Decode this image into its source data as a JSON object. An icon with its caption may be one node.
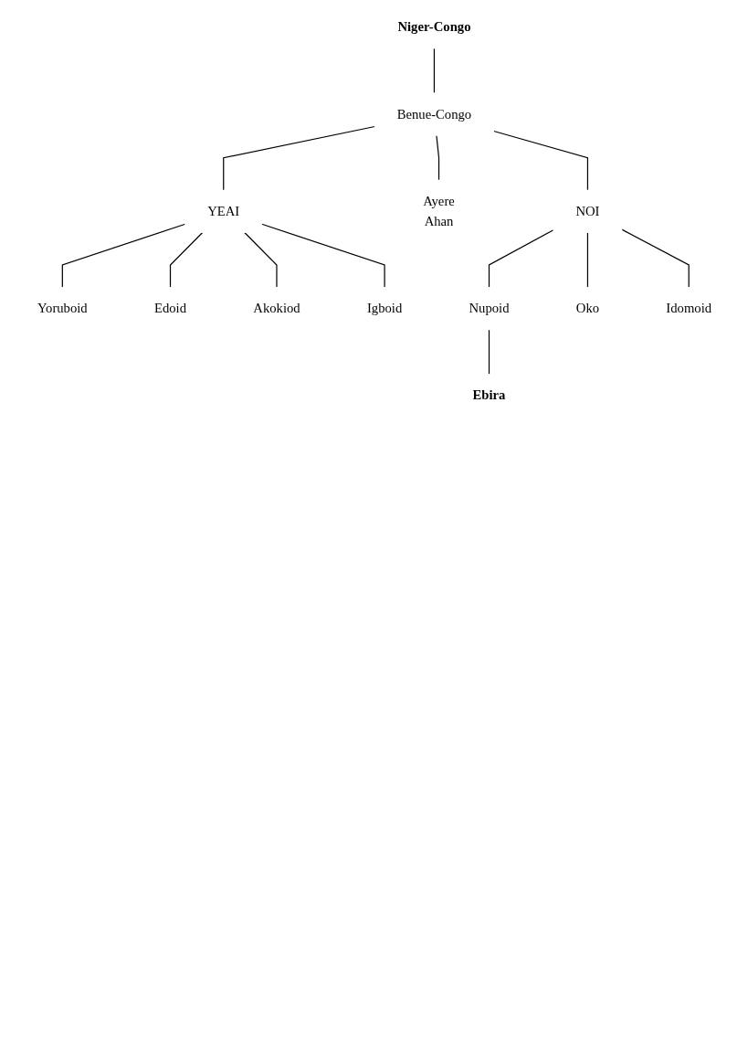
{
  "diagram": {
    "nodes": [
      {
        "text": [
          "Niger-Congo"
        ]
      },
      {
        "text": [
          "Benue-Congo"
        ]
      },
      {
        "text": [
          "YEAI"
        ]
      },
      {
        "text": [
          "Ayere",
          "Ahan"
        ]
      },
      {
        "text": [
          "NOI"
        ]
      },
      {
        "text": [
          "Yoruboid"
        ]
      },
      {
        "text": [
          "Edoid"
        ]
      },
      {
        "text": [
          "Akokiod"
        ]
      },
      {
        "text": [
          "Igboid"
        ]
      },
      {
        "text": [
          "Nupoid"
        ]
      },
      {
        "text": [
          "Oko"
        ]
      },
      {
        "text": [
          "Idomoid"
        ]
      },
      {
        "text": [
          "Ebira"
        ]
      }
    ],
    "edges": [
      {
        "from": 0,
        "to": 1,
        "arrow": "none"
      },
      {
        "from": 1,
        "to": 2,
        "arrow": "none"
      },
      {
        "from": 1,
        "to": 3,
        "arrow": "none"
      },
      {
        "from": 1,
        "to": 4,
        "arrow": "none"
      },
      {
        "from": 2,
        "to": 5,
        "arrow": "none"
      },
      {
        "from": 2,
        "to": 6,
        "arrow": "none"
      },
      {
        "from": 2,
        "to": 7,
        "arrow": "none"
      },
      {
        "from": 2,
        "to": 8,
        "arrow": "none"
      },
      {
        "from": 4,
        "to": 9,
        "arrow": "none"
      },
      {
        "from": 4,
        "to": 10,
        "arrow": "none"
      },
      {
        "from": 4,
        "to": 11,
        "arrow": "none"
      },
      {
        "from": 9,
        "to": 12,
        "arrow": "none"
      }
    ]
  }
}
